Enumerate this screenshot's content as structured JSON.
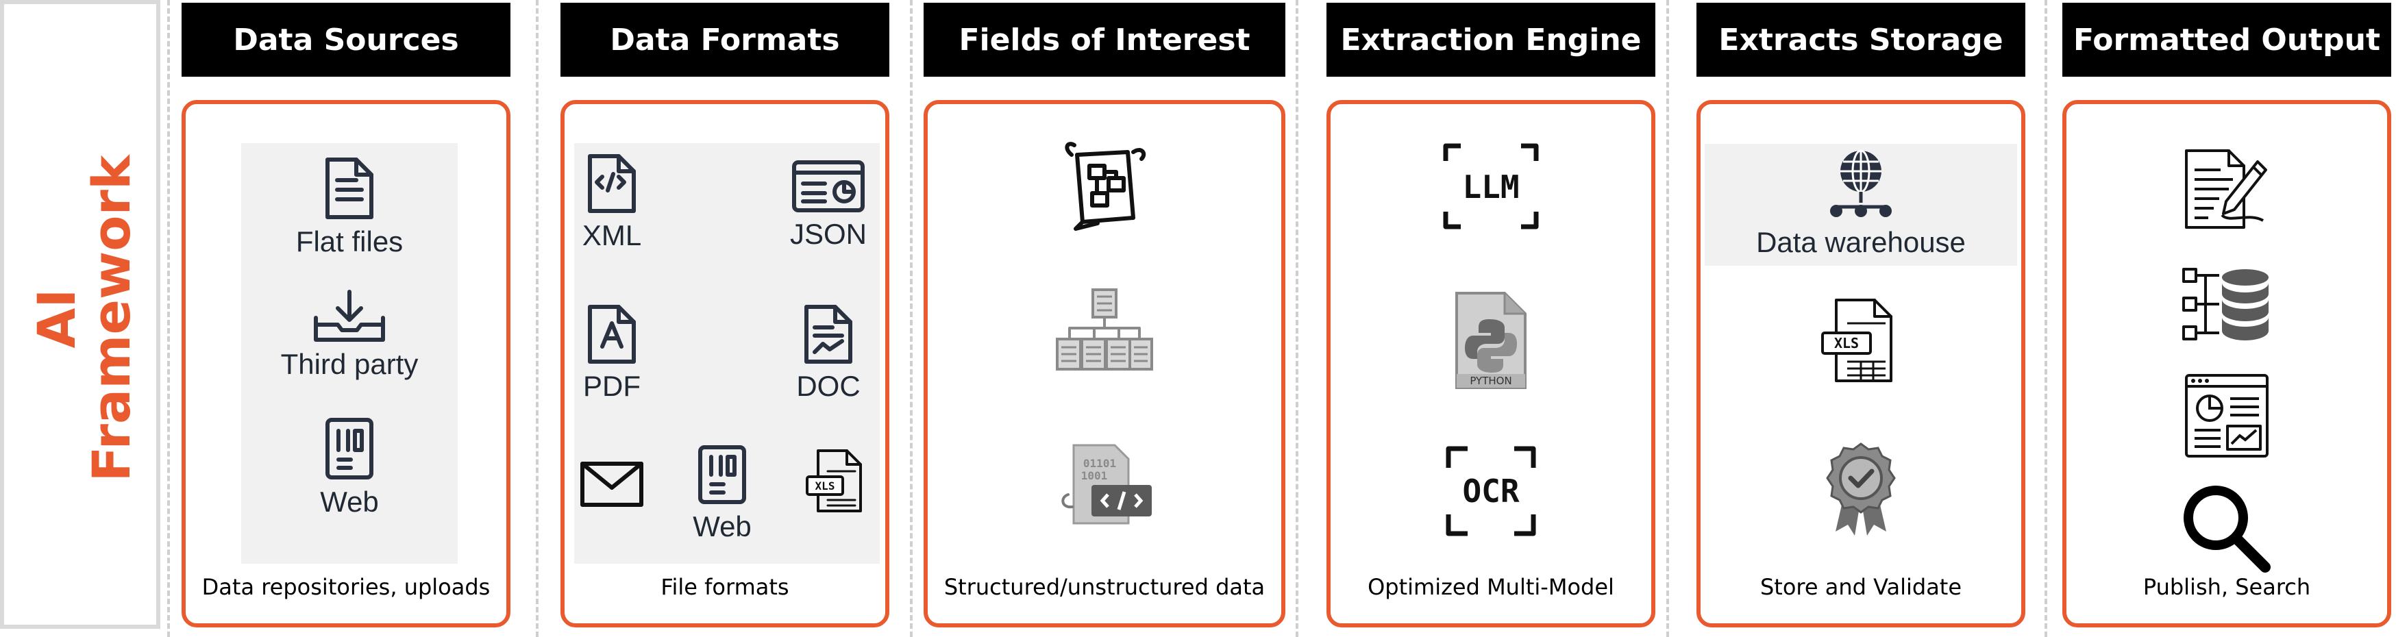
{
  "side": {
    "line1": "AI",
    "line2": "Framework"
  },
  "columns": [
    {
      "title": "Data Sources",
      "caption": "Data repositories, uploads",
      "items": {
        "flat": "Flat files",
        "third": "Third party",
        "web": "Web"
      }
    },
    {
      "title": "Data Formats",
      "caption": "File formats",
      "items": {
        "xml": "XML",
        "json": "JSON",
        "pdf": "PDF",
        "doc": "DOC",
        "web": "Web",
        "xls_tag": "XLS"
      }
    },
    {
      "title": "Fields of Interest",
      "caption": "Structured/unstructured data"
    },
    {
      "title": "Extraction Engine",
      "caption": "Optimized Multi-Model",
      "items": {
        "llm": "LLM",
        "python": "PYTHON",
        "ocr": "OCR"
      }
    },
    {
      "title": "Extracts Storage",
      "caption": "Store and Validate",
      "items": {
        "warehouse": "Data warehouse",
        "xls_tag": "XLS"
      }
    },
    {
      "title": "Formatted Output",
      "caption": "Publish, Search"
    }
  ],
  "colors": {
    "accent": "#ea5a2f",
    "header_bg": "#000000",
    "header_text": "#ffffff"
  }
}
